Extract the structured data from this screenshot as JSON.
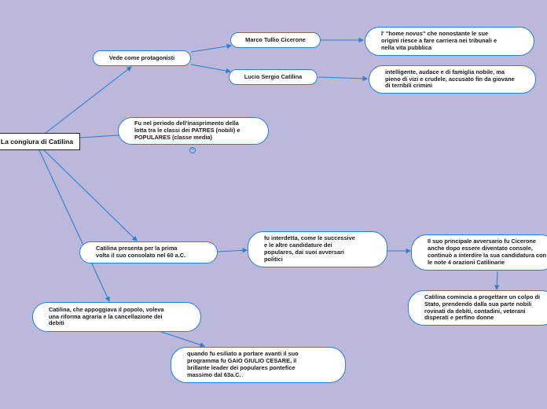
{
  "root": {
    "label": "La congiura di Catilina"
  },
  "protagonisti": {
    "label": "Vede come protagonisti"
  },
  "cicerone": {
    "label": "Marco Tullio Cicerone"
  },
  "cicerone_desc": {
    "label": "l' \"home novus\" che nonostante le sue\norigini riesce a fare carriera nei tribunali e\nnella vita pubblica"
  },
  "catilina": {
    "label": "Lucio Sergio Catilina"
  },
  "catilina_desc": {
    "label": "intelligente, audace e di famiglia nobile, ma\npieno di vizi e crudele, accusato fin da giovane\ndi terribili crimini"
  },
  "periodo": {
    "label": "Fu nel periodo dell'inasprimento della\nlotta tra le classi dei PATRES (nobili) e\nPOPULARES (classe media)"
  },
  "consolato": {
    "label": "Catilina presenta per la prima\nvolta il suo consolato nel 60 a.C."
  },
  "interdetta": {
    "label": "fu interdetta, come le successive\ne le altre candidature dei\npopulares, dai suoi avversari\npolitici"
  },
  "avversario": {
    "label": "Il suo principale avversario fu Cicerone\nanche dopo essere diventato console,\ncontinuò a interdire la sua candidatura con\nle note 4 orazioni Catilinarie"
  },
  "colpo": {
    "label": "Catilina comincia a progettare un colpo di\nStato, prendendo dalla sua parte nobili\nrovinati da debiti, contadini, veterani\ndisperati e perfino donne"
  },
  "popolo": {
    "label": "Catilina, che appoggiava il popolo, voleva\nuna riforma agraria e la cancellazione dei\ndebiti"
  },
  "esiliato": {
    "label": "quando fu esiliato a portare avanti il suo\nprogramma fu GAIO GIULIO CESARE, il\nbrillante leader dei populares pontefice\nmassimo dal 63a.C."
  },
  "colors": {
    "link": "#2f7fd0",
    "background": "#bbb8db",
    "node_border": "#2f7fd0"
  }
}
